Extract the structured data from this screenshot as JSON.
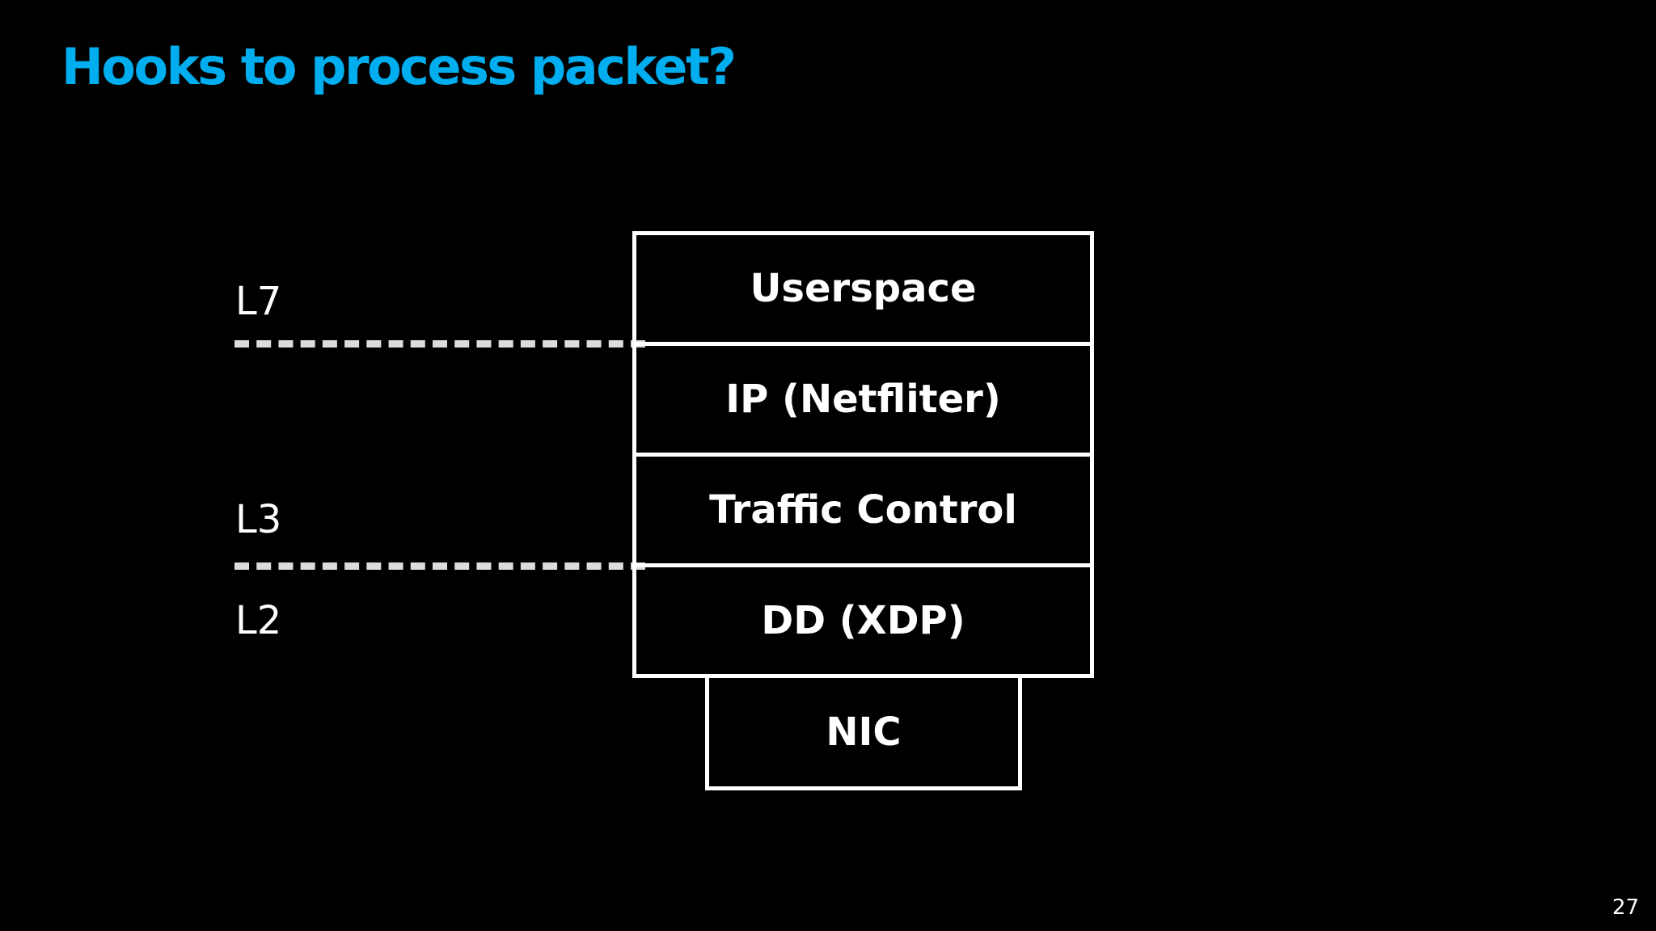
{
  "slide": {
    "title": "Hooks to process packet?",
    "page_number": "27",
    "title_color": "#00aeef",
    "background_color": "#000000"
  },
  "diagram": {
    "layer_labels": [
      "L7",
      "L3",
      "L2"
    ],
    "stack": [
      "Userspace",
      "IP (Netfliter)",
      "Traffic Control",
      "DD (XDP)"
    ],
    "base": "NIC"
  }
}
